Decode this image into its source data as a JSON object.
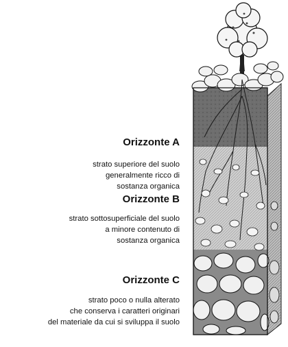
{
  "horizons": [
    {
      "title": "Orizzonte A",
      "lines": [
        "strato superiore del suolo",
        "generalmente ricco di",
        "sostanza organica"
      ]
    },
    {
      "title": "Orizzonte B",
      "lines": [
        "strato sottosuperficiale del suolo",
        "a minore contenuto di",
        "sostanza organica"
      ]
    },
    {
      "title": "Orizzonte C",
      "lines": [
        "strato poco o nulla alterato",
        "che conserva  i caratteri originari",
        "del materiale da cui si sviluppa il suolo"
      ]
    }
  ]
}
